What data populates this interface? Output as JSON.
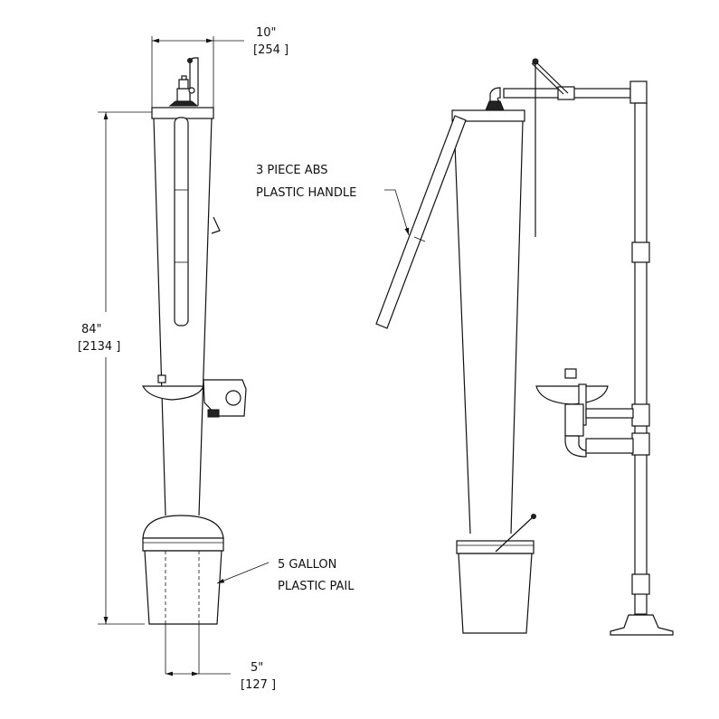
{
  "dimensions": {
    "width_in": "10\"",
    "width_mm": "[254 ]",
    "height_in": "84\"",
    "height_mm": "[2134 ]",
    "base_in": "5\"",
    "base_mm": "[127 ]"
  },
  "callouts": {
    "handle_line1": "3 PIECE ABS",
    "handle_line2": "PLASTIC HANDLE",
    "pail_line1": "5 GALLON",
    "pail_line2": "PLASTIC PAIL"
  }
}
